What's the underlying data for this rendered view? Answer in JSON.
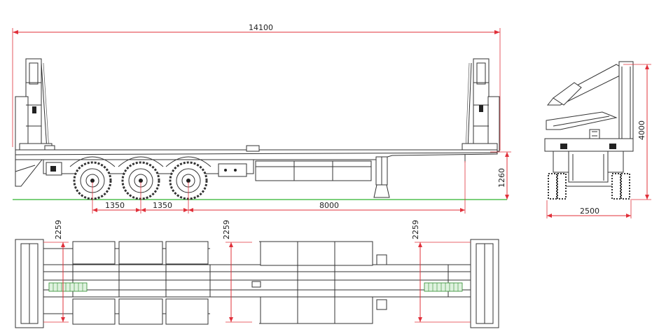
{
  "colors": {
    "dimension": "#e0303a",
    "ground": "#2db52d",
    "linework": "#333333"
  },
  "dimensions": {
    "overall_length": "14100",
    "axle_spacing_1": "1350",
    "axle_spacing_2": "1350",
    "kingpin_to_axle": "8000",
    "deck_height": "1260",
    "overall_height": "4000",
    "overall_width": "2500",
    "crane_offset_left": "2259",
    "crane_offset_center": "2259",
    "crane_offset_right": "2259"
  }
}
